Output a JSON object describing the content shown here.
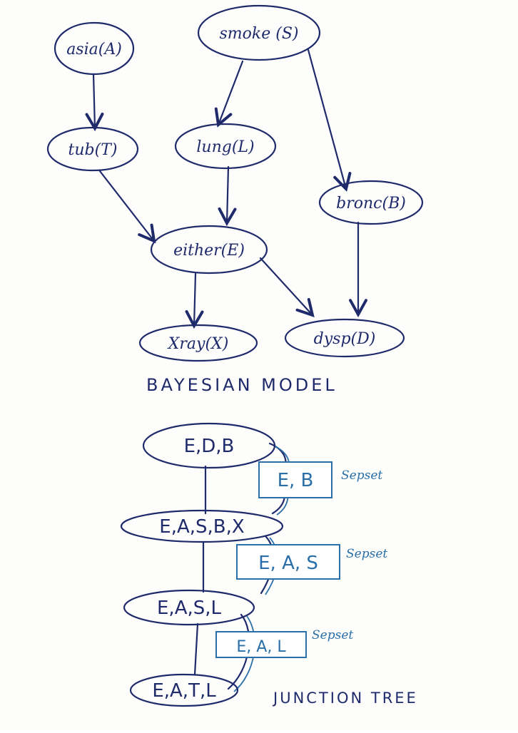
{
  "bayesian_model": {
    "nodes": {
      "asia": "asia(A)",
      "smoke": "smoke (S)",
      "tub": "tub(T)",
      "lung": "lung(L)",
      "bronc": "bronc(B)",
      "either": "either(E)",
      "xray": "Xray(X)",
      "dysp": "dysp(D)"
    },
    "edges": [
      [
        "asia",
        "tub"
      ],
      [
        "smoke",
        "lung"
      ],
      [
        "smoke",
        "bronc"
      ],
      [
        "tub",
        "either"
      ],
      [
        "lung",
        "either"
      ],
      [
        "either",
        "xray"
      ],
      [
        "either",
        "dysp"
      ],
      [
        "bronc",
        "dysp"
      ]
    ],
    "caption": "BAYESIAN MODEL"
  },
  "junction_tree": {
    "cliques": [
      "E,D,B",
      "E,A,S,B,X",
      "E,A,S,L",
      "E,A,T,L"
    ],
    "sepsets": [
      "E, B",
      "E, A, S",
      "E, A, L"
    ],
    "sepset_note": "Sepset",
    "caption": "JUNCTION TREE"
  },
  "colors": {
    "ink": "#1f2a6b",
    "sepset": "#2a6fa8"
  }
}
